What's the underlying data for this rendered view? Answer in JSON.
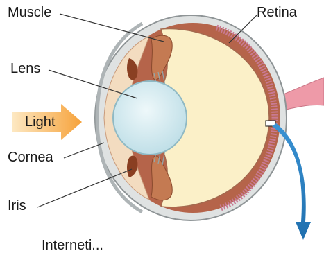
{
  "labels": {
    "muscle": "Muscle",
    "retina": "Retina",
    "lens": "Lens",
    "light": "Light",
    "cornea": "Cornea",
    "iris": "Iris",
    "bottom_partial": "Interneti..."
  },
  "colors": {
    "sclera": "#9ea3a5",
    "sclera_inner": "#dfe2e2",
    "choroid": "#b5644a",
    "choroid_light": "#e9c7a6",
    "vitreous": "#fbf0c8",
    "lens": "#cfe6ec",
    "lens_edge": "#8fb9c4",
    "retina_band": "#c97a93",
    "optic_nerve": "#ee9aa8",
    "signal_arrow": "#2a7fc1",
    "light_arrow": "#f5a43a",
    "leader_line": "#333333"
  }
}
